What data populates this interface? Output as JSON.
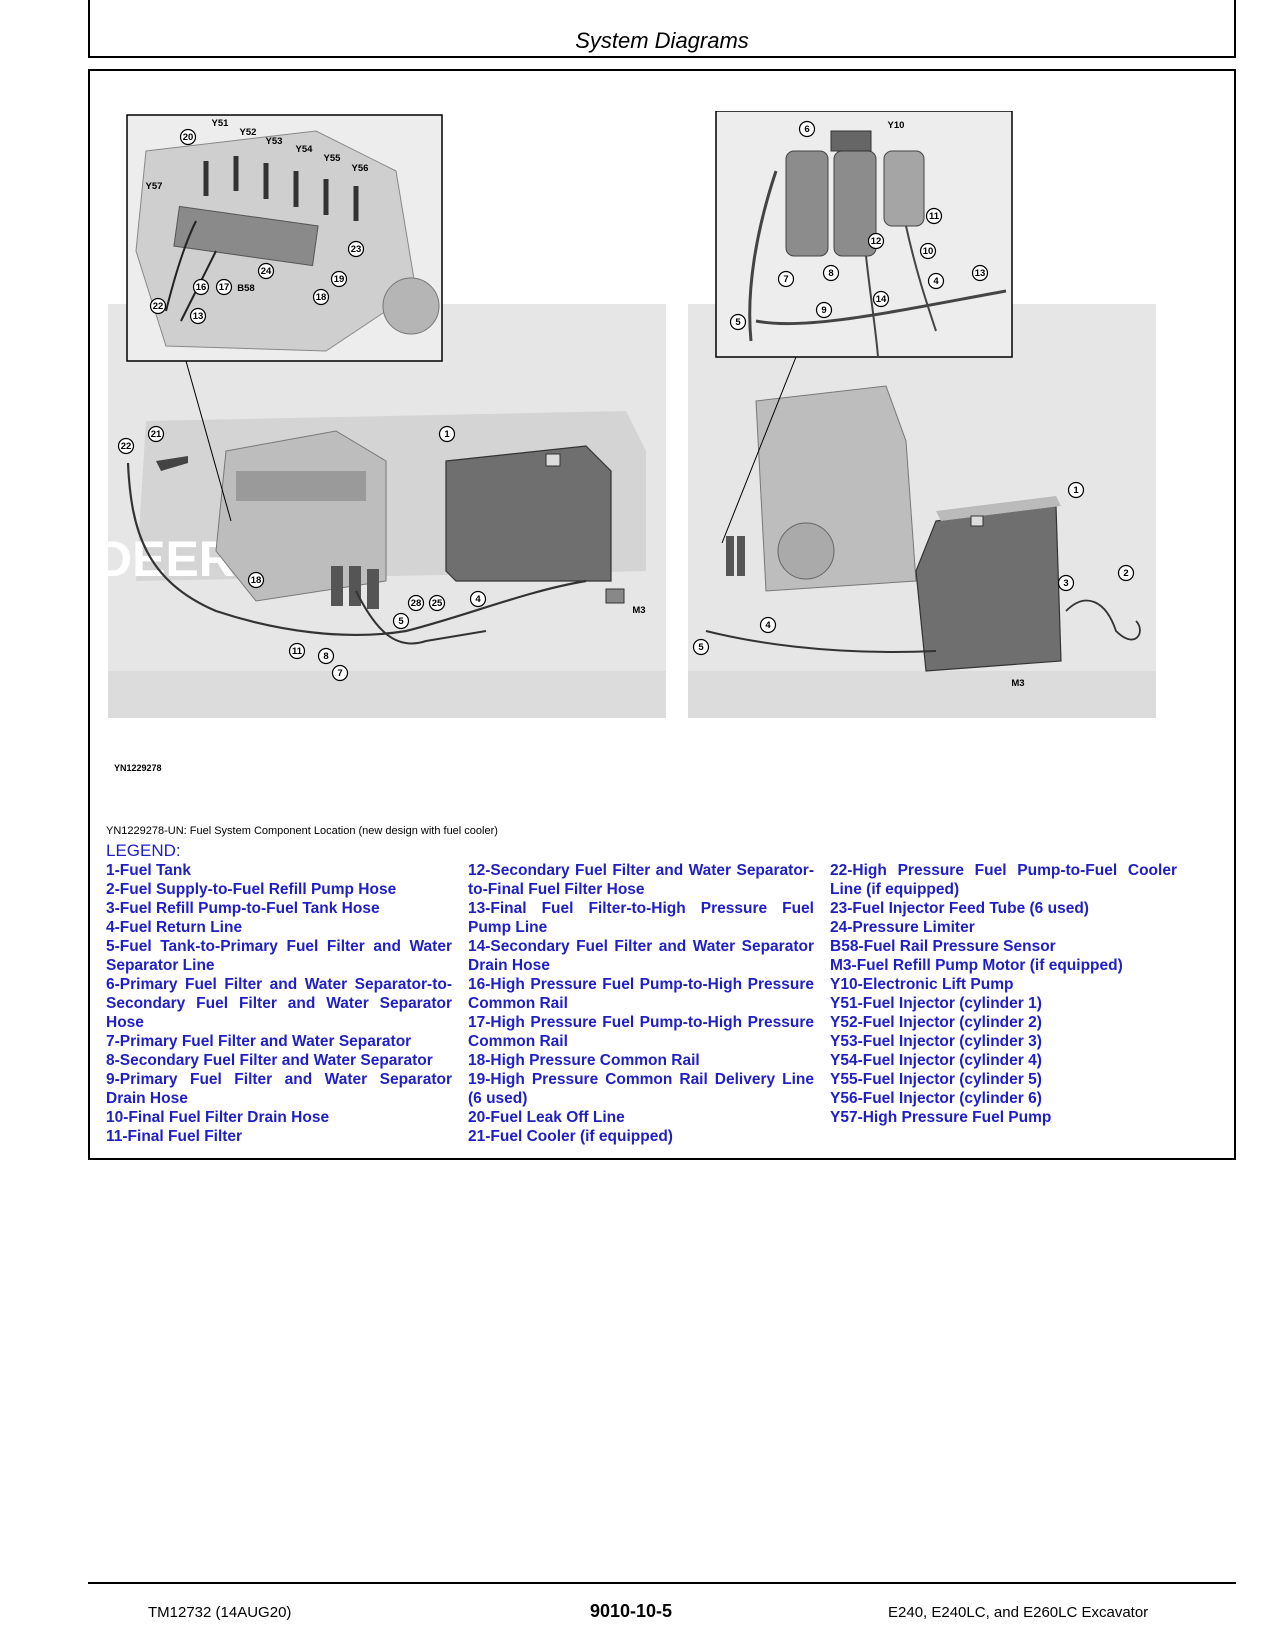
{
  "header": {
    "title": "System Diagrams"
  },
  "figure": {
    "id": "YN1229278",
    "caption": "YN1229278-UN: Fuel System Component Location (new design with fuel cooler)",
    "left_inset_callouts": [
      "20",
      "Y51",
      "Y52",
      "Y53",
      "Y54",
      "Y55",
      "Y56",
      "Y57",
      "23",
      "24",
      "19",
      "16",
      "17",
      "B58",
      "18",
      "22",
      "13"
    ],
    "right_inset_callouts": [
      "6",
      "Y10",
      "11",
      "12",
      "10",
      "7",
      "8",
      "4",
      "13",
      "9",
      "14",
      "5"
    ],
    "left_main_callouts": [
      "22",
      "21",
      "1",
      "18",
      "4",
      "28",
      "25",
      "5",
      "11",
      "8",
      "7",
      "M3"
    ],
    "right_main_callouts": [
      "1",
      "2",
      "3",
      "4",
      "5",
      "M3"
    ],
    "brand_text": "DEERE"
  },
  "legend": {
    "title": "LEGEND:",
    "columns": [
      [
        "1-Fuel Tank",
        "2-Fuel Supply-to-Fuel Refill Pump Hose",
        "3-Fuel Refill Pump-to-Fuel Tank Hose",
        "4-Fuel Return Line",
        "5-Fuel Tank-to-Primary Fuel Filter and Water Separator Line",
        "6-Primary Fuel Filter and Water Separator-to-Secondary Fuel Filter and Water Separator Hose",
        "7-Primary Fuel Filter and Water Separator",
        "8-Secondary Fuel Filter and Water Separator",
        "9-Primary Fuel Filter and Water Separator Drain Hose",
        "10-Final Fuel Filter Drain Hose",
        "11-Final Fuel Filter"
      ],
      [
        "12-Secondary Fuel Filter and Water Separator-to-Final Fuel Filter Hose",
        "13-Final Fuel Filter-to-High Pressure Fuel Pump Line",
        "14-Secondary Fuel Filter and Water Separator Drain Hose",
        "16-High Pressure Fuel Pump-to-High Pressure Common Rail",
        "17-High Pressure Fuel Pump-to-High Pressure Common Rail",
        "18-High Pressure Common Rail",
        "19-High Pressure Common Rail Delivery Line (6 used)",
        "20-Fuel Leak Off Line",
        "21-Fuel Cooler (if equipped)"
      ],
      [
        "22-High Pressure Fuel Pump-to-Fuel Cooler Line (if equipped)",
        "23-Fuel Injector Feed Tube (6 used)",
        "24-Pressure Limiter",
        "B58-Fuel Rail Pressure Sensor",
        "M3-Fuel Refill Pump Motor (if equipped)",
        "Y10-Electronic Lift Pump",
        "Y51-Fuel Injector (cylinder 1)",
        "Y52-Fuel Injector (cylinder 2)",
        "Y53-Fuel Injector (cylinder 3)",
        "Y54-Fuel Injector (cylinder 4)",
        "Y55-Fuel Injector (cylinder 5)",
        "Y56-Fuel Injector (cylinder 6)",
        "Y57-High Pressure Fuel Pump"
      ]
    ]
  },
  "footer": {
    "left": "TM12732 (14AUG20)",
    "center": "9010-10-5",
    "right": "E240, E240LC, and E260LC Excavator"
  }
}
